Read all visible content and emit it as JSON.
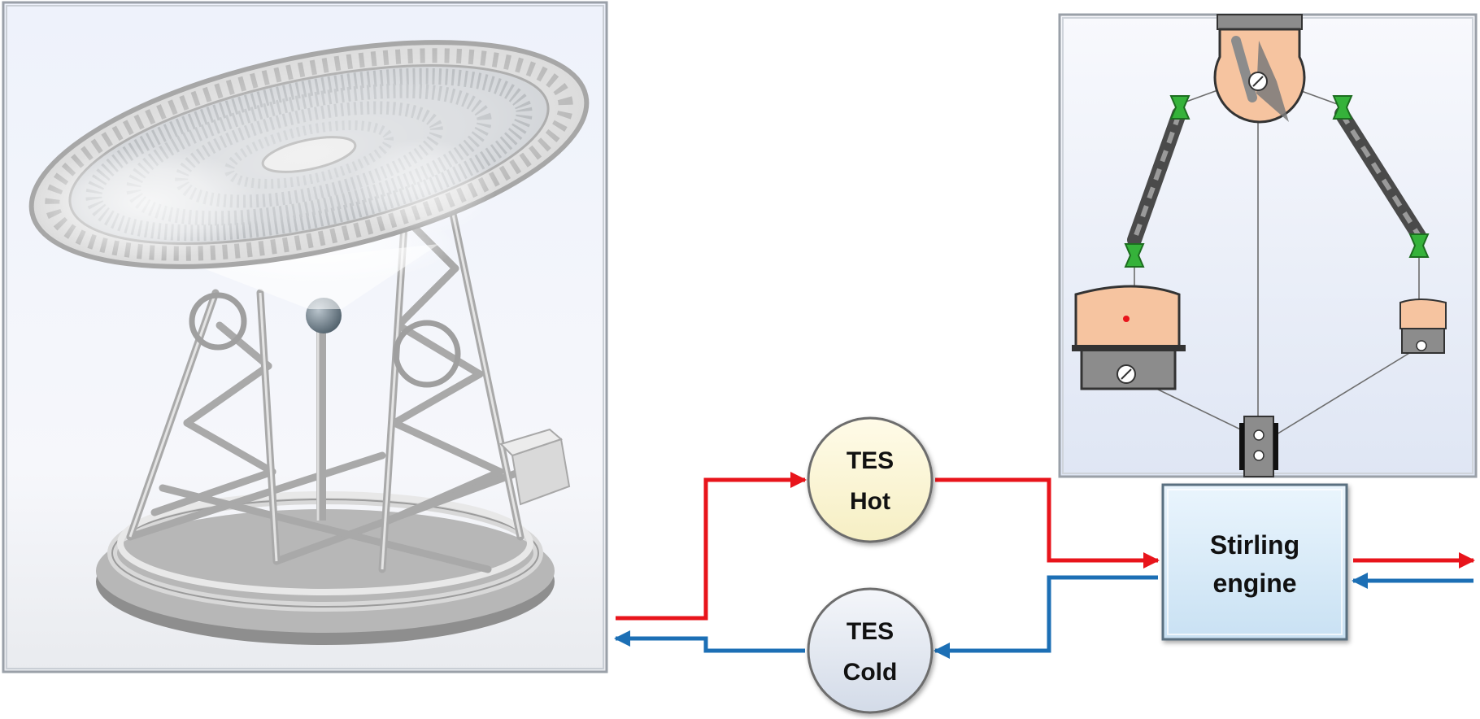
{
  "diagram": {
    "nodes": {
      "tes_hot": {
        "line1": "TES",
        "line2": "Hot",
        "fill": "#fdf7d8"
      },
      "tes_cold": {
        "line1": "TES",
        "line2": "Cold",
        "fill": "#e6ebf3"
      },
      "stirling_engine": {
        "line1": "Stirling",
        "line2": "engine",
        "fill": "#dbecf8"
      }
    },
    "colors": {
      "hot_flow": "#e8141b",
      "cold_flow": "#1c6fb5",
      "panel_bg": "#eef1f8",
      "engine_skin": "#f6c4a0",
      "engine_metal": "#8c8c8c",
      "exchanger": "#35b23a"
    },
    "images": [
      {
        "name": "solar-dish-concentrator",
        "icon": "solar-dish-illustration"
      },
      {
        "name": "stirling-engine-schematic",
        "icon": "engine-schematic-illustration"
      }
    ]
  }
}
